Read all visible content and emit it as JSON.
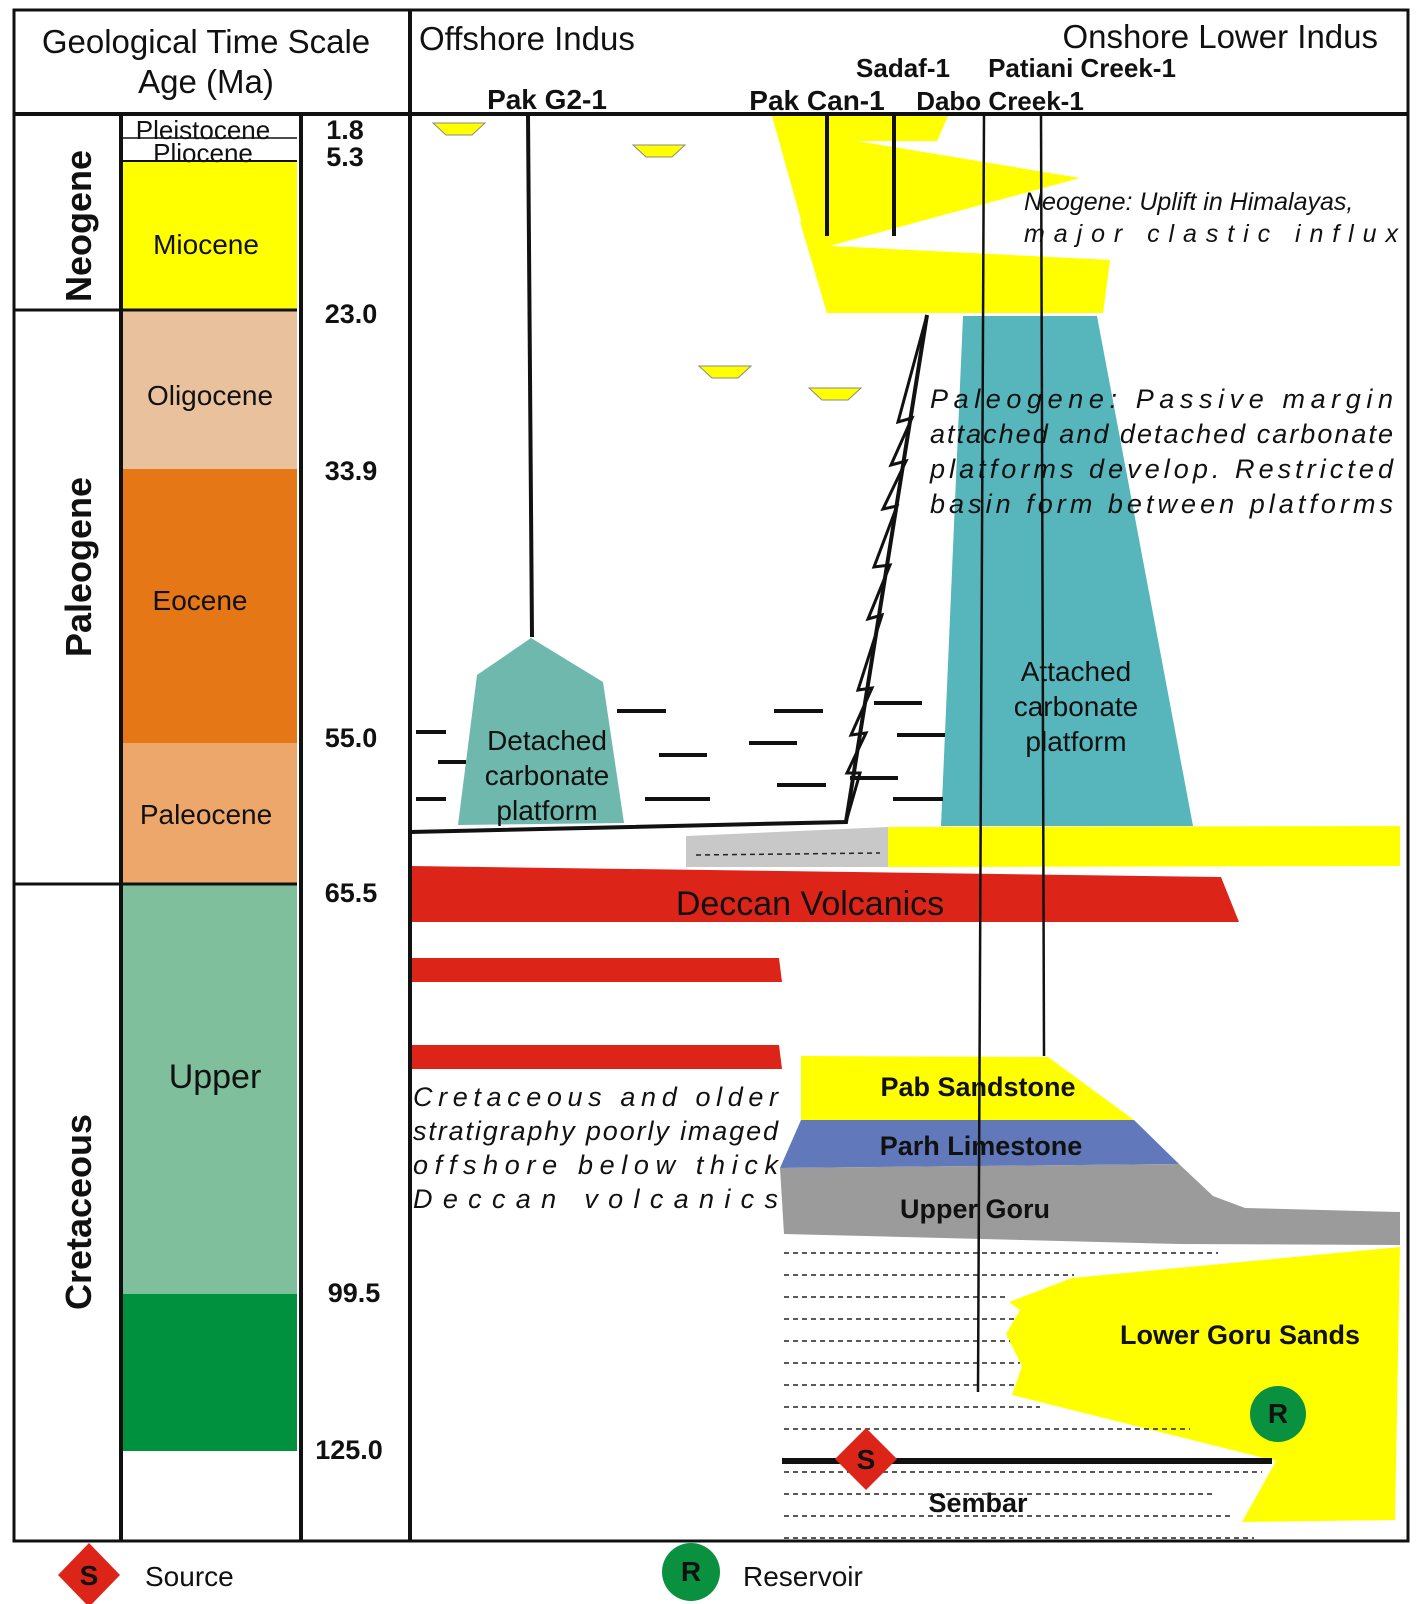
{
  "header": {
    "title_line1": "Geological Time Scale",
    "title_line2": "Age (Ma)",
    "offshore": "Offshore Indus",
    "onshore": "Onshore Lower Indus"
  },
  "wells": {
    "pak_g2": "Pak G2-1",
    "pak_can": "Pak Can-1",
    "sadaf": "Sadaf-1",
    "dabo": "Dabo Creek-1",
    "patiani": "Patiani Creek-1"
  },
  "periods": {
    "neogene": "Neogene",
    "paleogene": "Paleogene",
    "cretaceous": "Cretaceous"
  },
  "epochs": {
    "pleistocene": "Pleistocene",
    "pliocene": "Pliocene",
    "miocene": "Miocene",
    "oligocene": "Oligocene",
    "eocene": "Eocene",
    "paleocene": "Paleocene",
    "upper": "Upper"
  },
  "ages": {
    "a1": "1.8",
    "a2": "5.3",
    "a3": "23.0",
    "a4": "33.9",
    "a5": "55.0",
    "a6": "65.5",
    "a7": "99.5",
    "a8": "125.0"
  },
  "notes": {
    "neogene_l1": "Neogene: Uplift in Himalayas,",
    "neogene_l2": "major clastic influx",
    "paleogene_l1": "Paleogene: Passive margin",
    "paleogene_l2": "attached and detached carbonate",
    "paleogene_l3": "platforms develop. Restricted",
    "paleogene_l4": "basin form between platforms",
    "cret_l1": "Cretaceous and older",
    "cret_l2": "stratigraphy poorly imaged",
    "cret_l3": "offshore below thick",
    "cret_l4": "Deccan volcanics"
  },
  "units": {
    "detached_l1": "Detached",
    "detached_l2": "carbonate",
    "detached_l3": "platform",
    "attached_l1": "Attached",
    "attached_l2": "carbonate",
    "attached_l3": "platform",
    "deccan": "Deccan Volcanics",
    "pab": "Pab Sandstone",
    "parh": "Parh Limestone",
    "upper_goru": "Upper Goru",
    "lower_goru": "Lower Goru Sands",
    "sembar": "Sembar"
  },
  "legend": {
    "source_symbol": "S",
    "source_label": "Source",
    "reservoir_symbol": "R",
    "reservoir_label": "Reservoir"
  },
  "colors": {
    "neogene_sand": "#ffff00",
    "miocene": "#ffff00",
    "oligocene": "#e9c29d",
    "eocene": "#e57717",
    "paleocene": "#eea76a",
    "upper_cretaceous": "#80bf9c",
    "lower_cretaceous": "#00913f",
    "carbonate_attached": "#56b6bb",
    "carbonate_detached": "#6fb8ad",
    "volcanics": "#dd2419",
    "parh": "#6179bb",
    "goru": "#9b9b9b",
    "source": "#dd2419",
    "reservoir": "#0a9140"
  }
}
